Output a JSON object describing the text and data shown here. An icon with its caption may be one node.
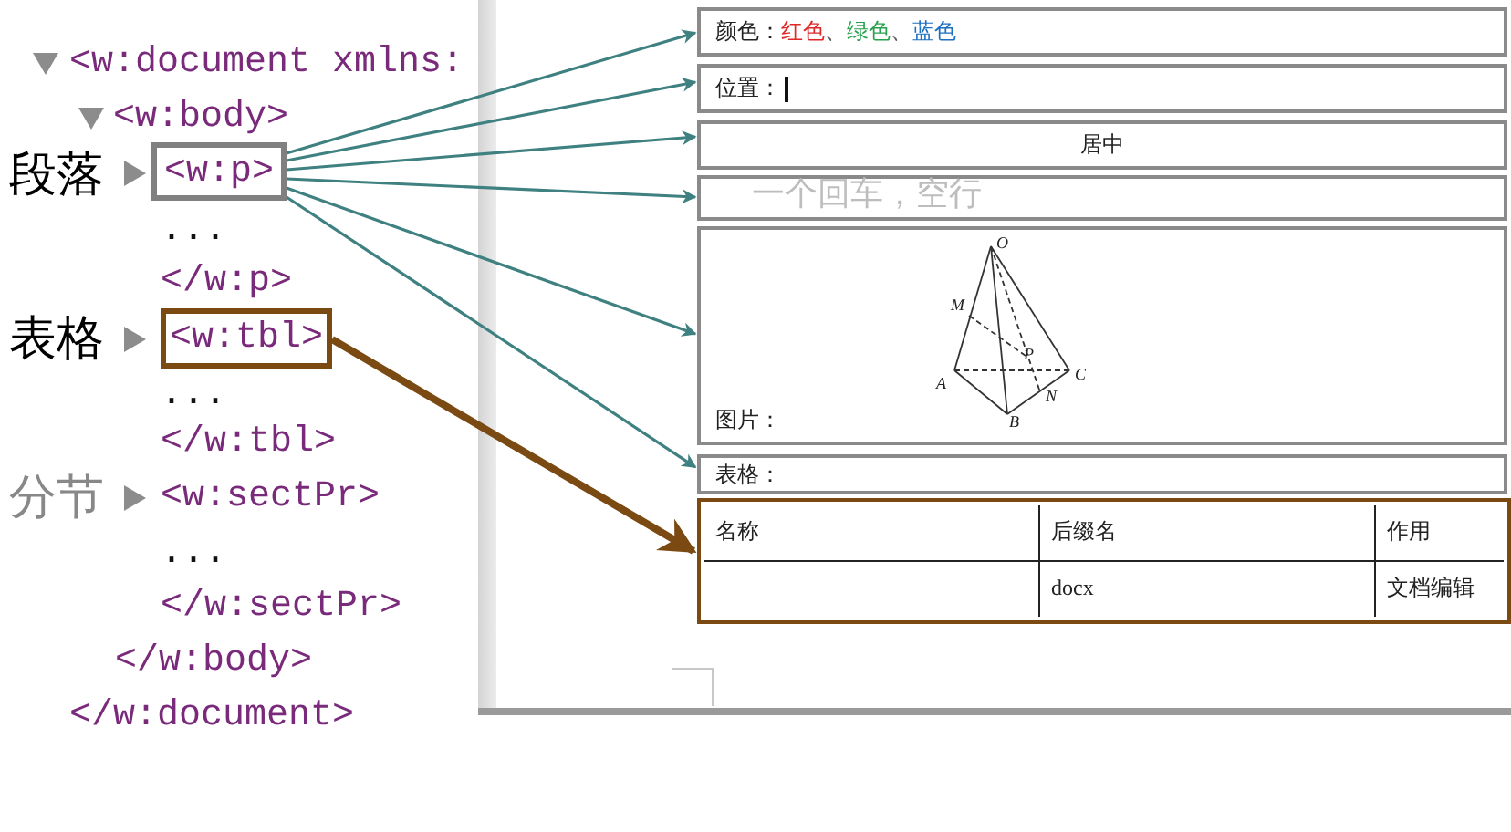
{
  "diagram": {
    "nodes": [
      {
        "text": [
          "<w:p>"
        ],
        "beside": [
          "段落"
        ]
      },
      {
        "text": [
          "<w:tbl>"
        ],
        "beside": [
          "表格"
        ]
      },
      {
        "text": [
          "颜色：",
          "红色",
          "、",
          "绿色",
          "、",
          "蓝色"
        ]
      },
      {
        "text": [
          "位置："
        ]
      },
      {
        "text": [
          "居中"
        ]
      },
      {
        "text": [
          "一个回车，空行"
        ]
      },
      {
        "text": [
          "图片："
        ]
      },
      {
        "text": [
          "表格："
        ]
      },
      {
        "text": [
          "名称",
          "后缀名",
          "作用",
          "docx",
          "文档编辑"
        ]
      }
    ],
    "edges": [
      {
        "from": 0,
        "to": 2,
        "arrow": "to"
      },
      {
        "from": 0,
        "to": 3,
        "arrow": "to"
      },
      {
        "from": 0,
        "to": 4,
        "arrow": "to"
      },
      {
        "from": 0,
        "to": 5,
        "arrow": "to"
      },
      {
        "from": 0,
        "to": 6,
        "arrow": "to"
      },
      {
        "from": 0,
        "to": 7,
        "arrow": "to"
      },
      {
        "from": 1,
        "to": 8,
        "arrow": "to",
        "style": "thick",
        "color": "#7b4a12"
      }
    ],
    "labels": [
      "<w:document xmlns:",
      "<w:body>",
      "...",
      "</w:p>",
      "...",
      "</w:tbl>",
      "分节",
      "<w:sectPr>",
      "...",
      "</w:sectPr>",
      "</w:body>",
      "</w:document>",
      "O",
      "M",
      "P",
      "A",
      "C",
      "N",
      "B"
    ]
  }
}
